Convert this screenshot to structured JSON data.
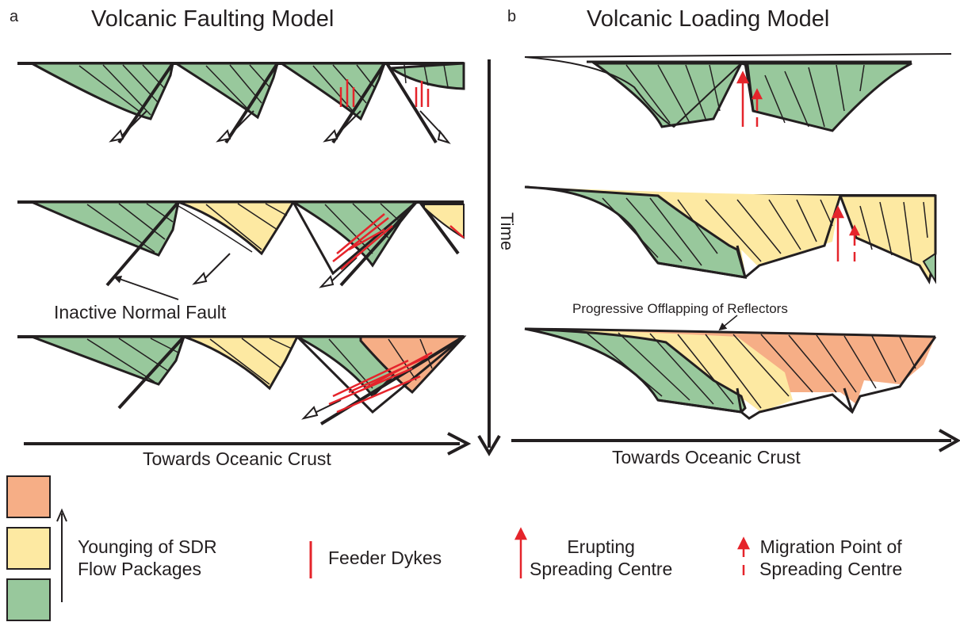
{
  "panel_a": {
    "letter": "a",
    "title": "Volcanic Faulting Model",
    "annotation_fault": "Inactive Normal Fault",
    "axis": "Towards Oceanic Crust"
  },
  "panel_b": {
    "letter": "b",
    "title": "Volcanic Loading Model",
    "annotation_offlap": "Progressive Offlapping of Reflectors",
    "axis": "Towards Oceanic Crust"
  },
  "time_axis": "Time",
  "legend": {
    "younging_line1": "Younging of SDR",
    "younging_line2": "Flow Packages",
    "feeder_dykes": "Feeder Dykes",
    "erupting_line1": "Erupting",
    "erupting_line2": "Spreading Centre",
    "migration_line1": "Migration Point of",
    "migration_line2": "Spreading Centre"
  },
  "colors": {
    "green": "#98c89c",
    "yellow": "#fde9a2",
    "orange": "#f6ae86",
    "red": "#e5242b",
    "ink": "#231f20"
  }
}
